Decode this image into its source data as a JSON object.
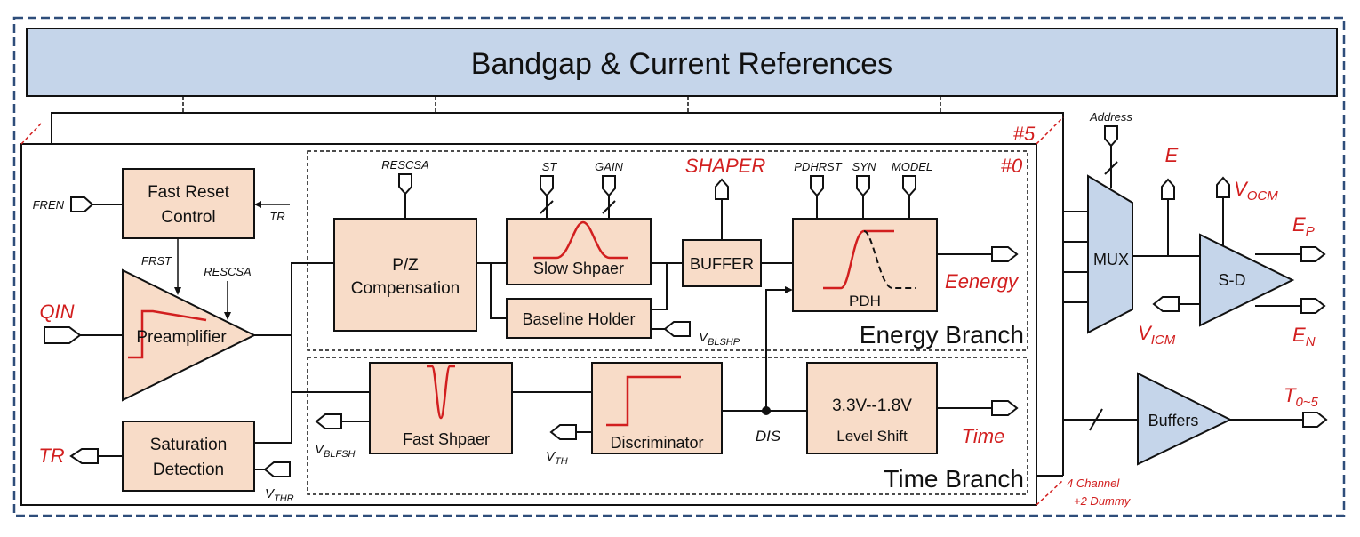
{
  "colors": {
    "block_fill": "#f8dcc8",
    "blue_fill": "#c5d5ea",
    "signal_red": "#d21f1f",
    "frame_blue": "#2e4d7a"
  },
  "header": {
    "title": "Bandgap & Current References"
  },
  "channel": {
    "index_last": "#5",
    "index_first": "#0",
    "count_note": [
      "4 Channel",
      "+2 Dummy"
    ]
  },
  "blocks": {
    "fast_reset": [
      "Fast Reset",
      "Control"
    ],
    "preamp": "Preamplifier",
    "saturation": [
      "Saturation",
      "Detection"
    ],
    "pz": [
      "P/Z",
      "Compensation"
    ],
    "slow_shaper": "Slow Shpaer",
    "baseline": "Baseline Holder",
    "buffer": "BUFFER",
    "pdh": "PDH",
    "fast_shaper": "Fast Shpaer",
    "discriminator": "Discriminator",
    "level_shift": [
      "3.3V--1.8V",
      "Level Shift"
    ],
    "mux": "MUX",
    "sd": "S-D",
    "buffers": "Buffers"
  },
  "branches": {
    "energy": "Energy Branch",
    "time": "Time Branch"
  },
  "signals": {
    "fren": "FREN",
    "tr_in": "TR",
    "frst": "FRST",
    "rescsa_pre": "RESCSA",
    "qin": "QIN",
    "tr_out": "TR",
    "vthr": {
      "main": "V",
      "sub": "THR"
    },
    "rescsa_pz": "RESCSA",
    "st": "ST",
    "gain": "GAIN",
    "shaper": "SHAPER",
    "pdhrst": "PDHRST",
    "syn": "SYN",
    "model": "MODEL",
    "eenergy": "Eenergy",
    "vblshp": {
      "main": "V",
      "sub": "BLSHP"
    },
    "vblfsh": {
      "main": "V",
      "sub": "BLFSH"
    },
    "vth": {
      "main": "V",
      "sub": "TH"
    },
    "dis": "DIS",
    "time": "Time",
    "address": "Address",
    "e": "E",
    "vocm": {
      "main": "V",
      "sub": "OCM"
    },
    "ep": {
      "main": "E",
      "sub": "P"
    },
    "vicm": {
      "main": "V",
      "sub": "ICM"
    },
    "en": {
      "main": "E",
      "sub": "N"
    },
    "t05": {
      "main": "T",
      "sub": "0~5"
    }
  }
}
